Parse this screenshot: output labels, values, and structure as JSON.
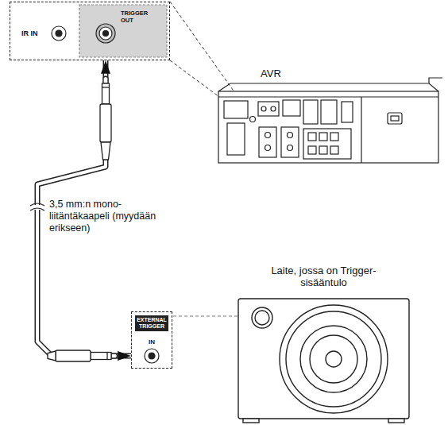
{
  "diagram": {
    "nodes": [
      {
        "text": [
          "IR IN",
          "TRIGGER OUT"
        ]
      },
      {
        "text": [
          "AVR"
        ]
      },
      {
        "text": [
          "Laite, jossa on Trigger-sisääntulo"
        ]
      },
      {
        "text": [
          "EXTERNAL TRIGGER",
          "IN"
        ]
      }
    ],
    "edges": [
      {
        "from": 0,
        "to": 3,
        "arrow": "both",
        "label": "3,5 mm:n mono-liitäntäkaapeli (myydään erikseen)"
      }
    ]
  }
}
